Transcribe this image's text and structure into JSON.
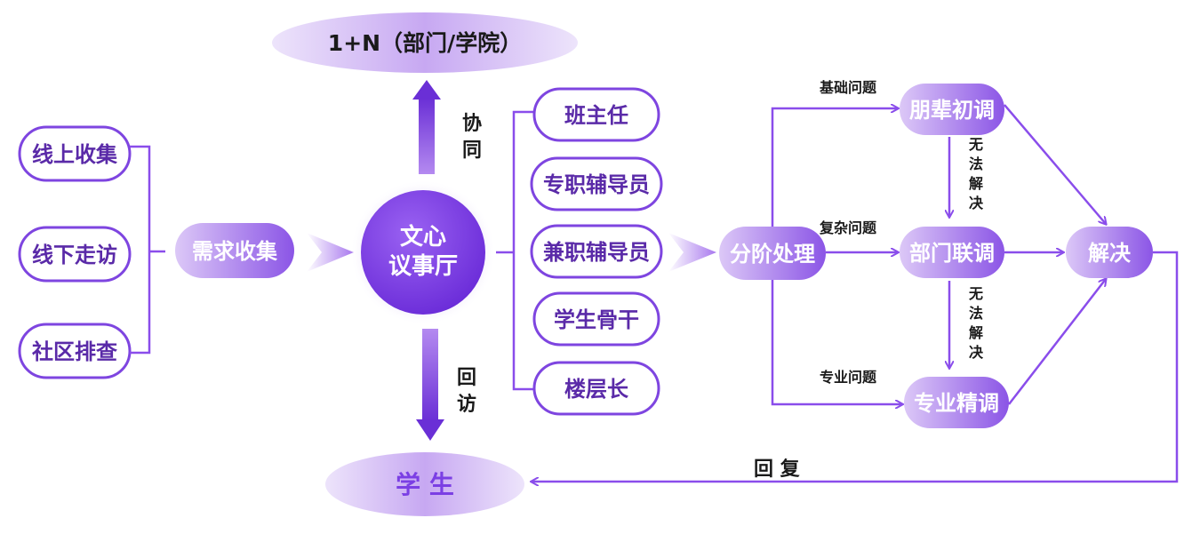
{
  "colors": {
    "primary": "#7B3FE4",
    "line": "#8A4DEB",
    "pill_border": "#7E45E0",
    "pill_text_dark": "#5A2AA8",
    "white": "#ffffff",
    "title_text": "#1a1a1a"
  },
  "top_target": {
    "label": "1+N（部门/学院）"
  },
  "bottom_target": {
    "label": "学 生"
  },
  "arrow_up_label": [
    "协",
    "同"
  ],
  "arrow_down_label": [
    "回",
    "访"
  ],
  "collection_sources": [
    "线上收集",
    "线下走访",
    "社区排查"
  ],
  "collection_node": {
    "label": "需求收集"
  },
  "center_node": {
    "line1": "文心",
    "line2": "议事厅"
  },
  "roles": [
    "班主任",
    "专职辅导员",
    "兼职辅导员",
    "学生骨干",
    "楼层长"
  ],
  "process_node": {
    "label": "分阶处理"
  },
  "levels": [
    {
      "problem": "基础问题",
      "label": "朋辈初调"
    },
    {
      "problem": "复杂问题",
      "label": "部门联调"
    },
    {
      "problem": "专业问题",
      "label": "专业精调"
    }
  ],
  "escalation_label": [
    "无",
    "法",
    "解",
    "决"
  ],
  "resolve_node": {
    "label": "解决"
  },
  "reply_label": "回 复"
}
